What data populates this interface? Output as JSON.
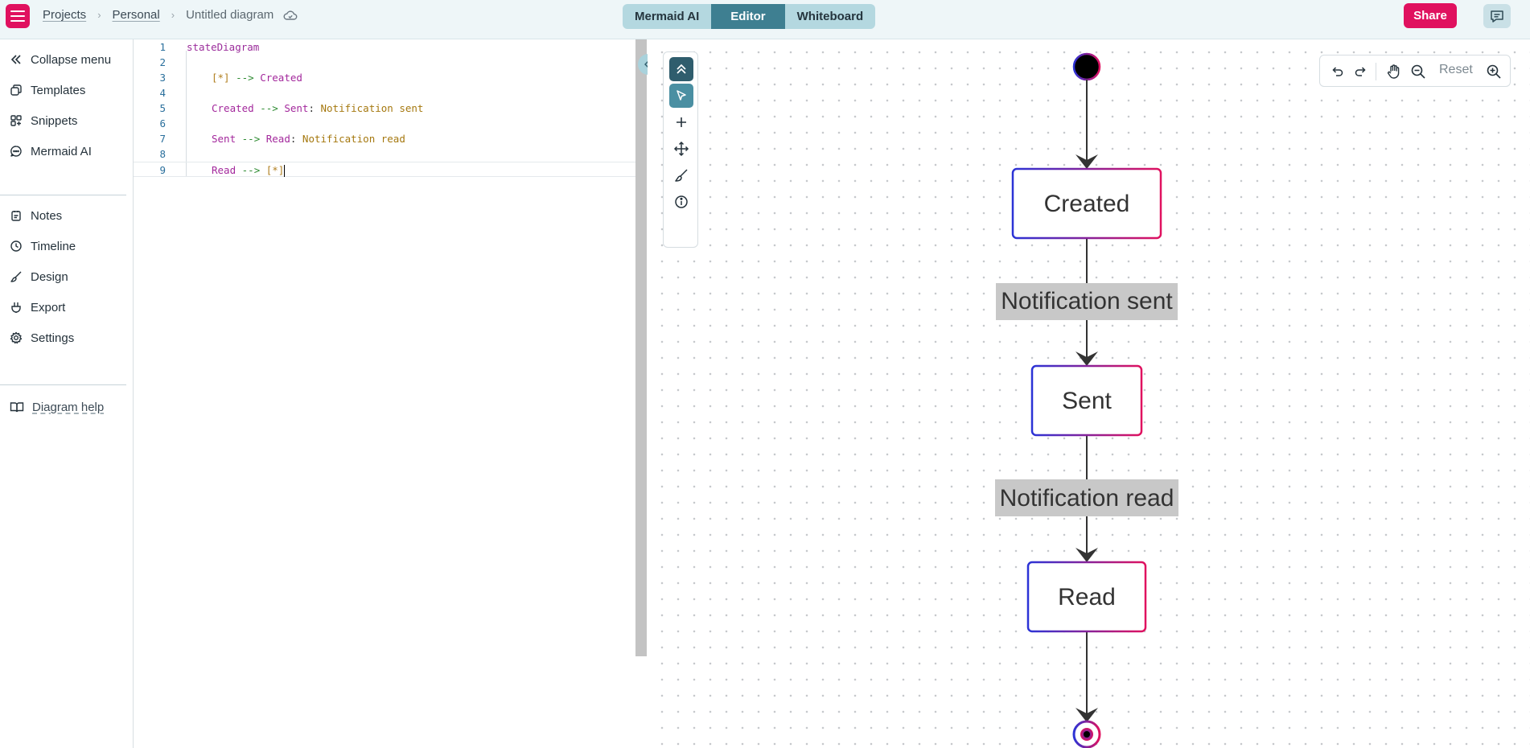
{
  "header": {
    "breadcrumb": [
      "Projects",
      "Personal",
      "Untitled diagram"
    ],
    "tabs": [
      "Mermaid AI",
      "Editor",
      "Whiteboard"
    ],
    "active_tab": "Editor",
    "share_label": "Share"
  },
  "sidebar": {
    "items": [
      {
        "label": "Collapse menu",
        "icon": "double-chevron-left-icon"
      },
      {
        "label": "Templates",
        "icon": "templates-icon"
      },
      {
        "label": "Snippets",
        "icon": "snippets-icon"
      },
      {
        "label": "Mermaid AI",
        "icon": "chat-bubble-icon"
      },
      {
        "label": "Notes",
        "icon": "notes-icon"
      },
      {
        "label": "Timeline",
        "icon": "clock-icon"
      },
      {
        "label": "Design",
        "icon": "brush-icon"
      },
      {
        "label": "Export",
        "icon": "export-icon"
      },
      {
        "label": "Settings",
        "icon": "gear-icon"
      }
    ],
    "help_label": "Diagram help"
  },
  "editor": {
    "lines": [
      {
        "n": "1"
      },
      {
        "n": "2"
      },
      {
        "n": "3"
      },
      {
        "n": "4"
      },
      {
        "n": "5"
      },
      {
        "n": "6"
      },
      {
        "n": "7"
      },
      {
        "n": "8"
      },
      {
        "n": "9"
      }
    ],
    "code": {
      "l1": "stateDiagram",
      "l3_start": "[*]",
      "l3_arrow": "-->",
      "l3_target": "Created",
      "l5_src": "Created",
      "l5_arrow": "-->",
      "l5_target": "Sent",
      "l5_colon": ":",
      "l5_label": "Notification sent",
      "l7_src": "Sent",
      "l7_arrow": "-->",
      "l7_target": "Read",
      "l7_colon": ":",
      "l7_label": "Notification read",
      "l9_src": "Read",
      "l9_arrow": "-->",
      "l9_end": "[*]"
    }
  },
  "canvas": {
    "zoom_reset_label": "Reset",
    "tools": [
      "collapse-up",
      "select",
      "add",
      "move",
      "brush",
      "info"
    ]
  },
  "diagram": {
    "states": [
      "Created",
      "Sent",
      "Read"
    ],
    "transitions": [
      "Notification sent",
      "Notification read"
    ],
    "colors": {
      "border_start": "#2b33d6",
      "border_end": "#e0115f",
      "label_bg": "#c8c8c8",
      "accent": "#e0115f"
    }
  }
}
